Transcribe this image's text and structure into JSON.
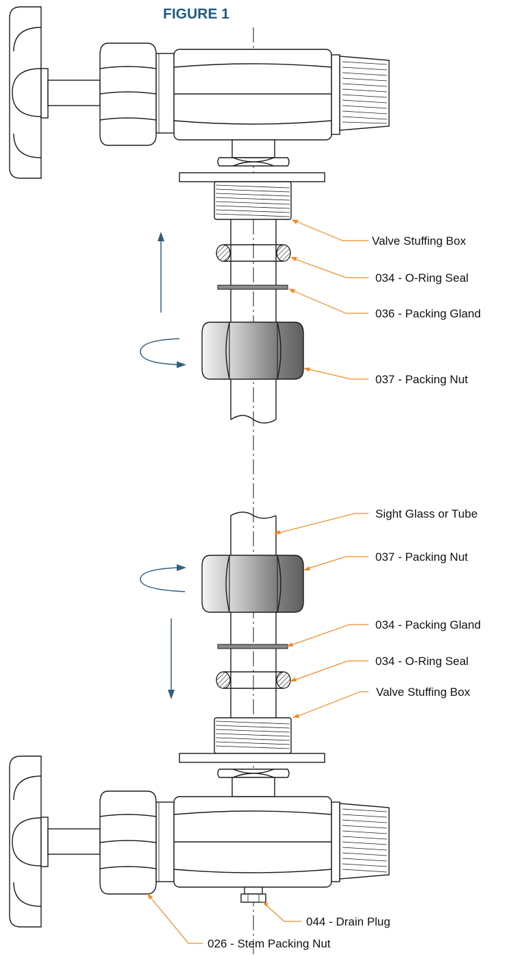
{
  "figure": {
    "title": "FIGURE 1",
    "labels": {
      "valve_stuffing_box_top": "Valve Stuffing Box",
      "o_ring_seal_top": "034 - O-Ring Seal",
      "packing_gland_top": "036 - Packing Gland",
      "packing_nut_top": "037 - Packing Nut",
      "sight_glass": "Sight Glass or Tube",
      "packing_nut_bottom": "037 - Packing Nut",
      "packing_gland_bottom": "034 - Packing Gland",
      "o_ring_seal_bottom": "034 - O-Ring Seal",
      "valve_stuffing_box_bottom": "Valve Stuffing Box",
      "drain_plug": "044 - Drain Plug",
      "stem_packing_nut": "026 - Stem Packing Nut"
    },
    "colors": {
      "title": "#1f5a85",
      "leader_lines": "#f08a24",
      "motion_arrows": "#2f5f7f",
      "line_art": "#1a1a1a"
    }
  }
}
